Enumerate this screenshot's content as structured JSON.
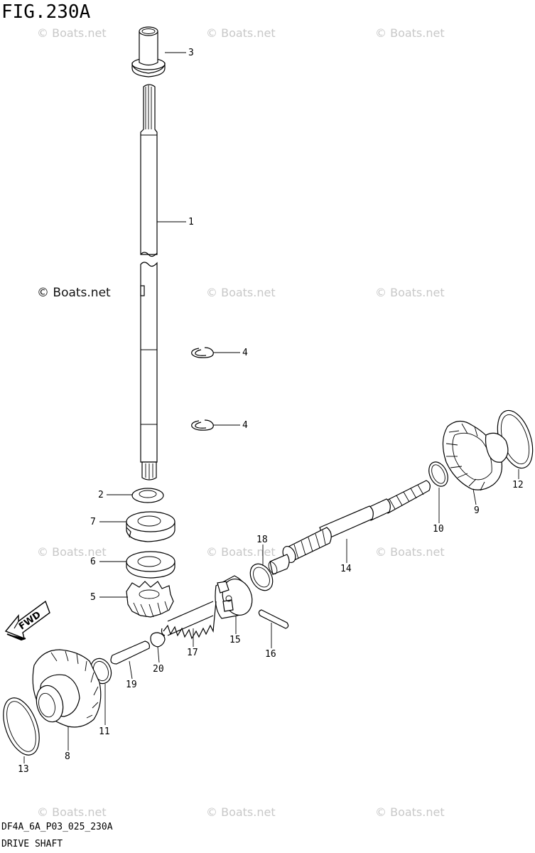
{
  "figure": {
    "title": "FIG.230A",
    "code": "DF4A_6A_P03_025_230A",
    "name": "DRIVE SHAFT"
  },
  "watermarks": [
    "© Boats.net",
    "© Boats.net",
    "© Boats.net",
    "© Boats.net",
    "© Boats.net",
    "© Boats.net",
    "© Boats.net",
    "© Boats.net",
    "© Boats.net",
    "© Boats.net",
    "© Boats.net",
    "© Boats.net"
  ],
  "arrow_label": "FWD",
  "callouts": [
    "3",
    "1",
    "4",
    "4",
    "2",
    "7",
    "6",
    "5",
    "18",
    "14",
    "10",
    "9",
    "12",
    "17",
    "15",
    "16",
    "19",
    "20",
    "11",
    "8",
    "13"
  ]
}
